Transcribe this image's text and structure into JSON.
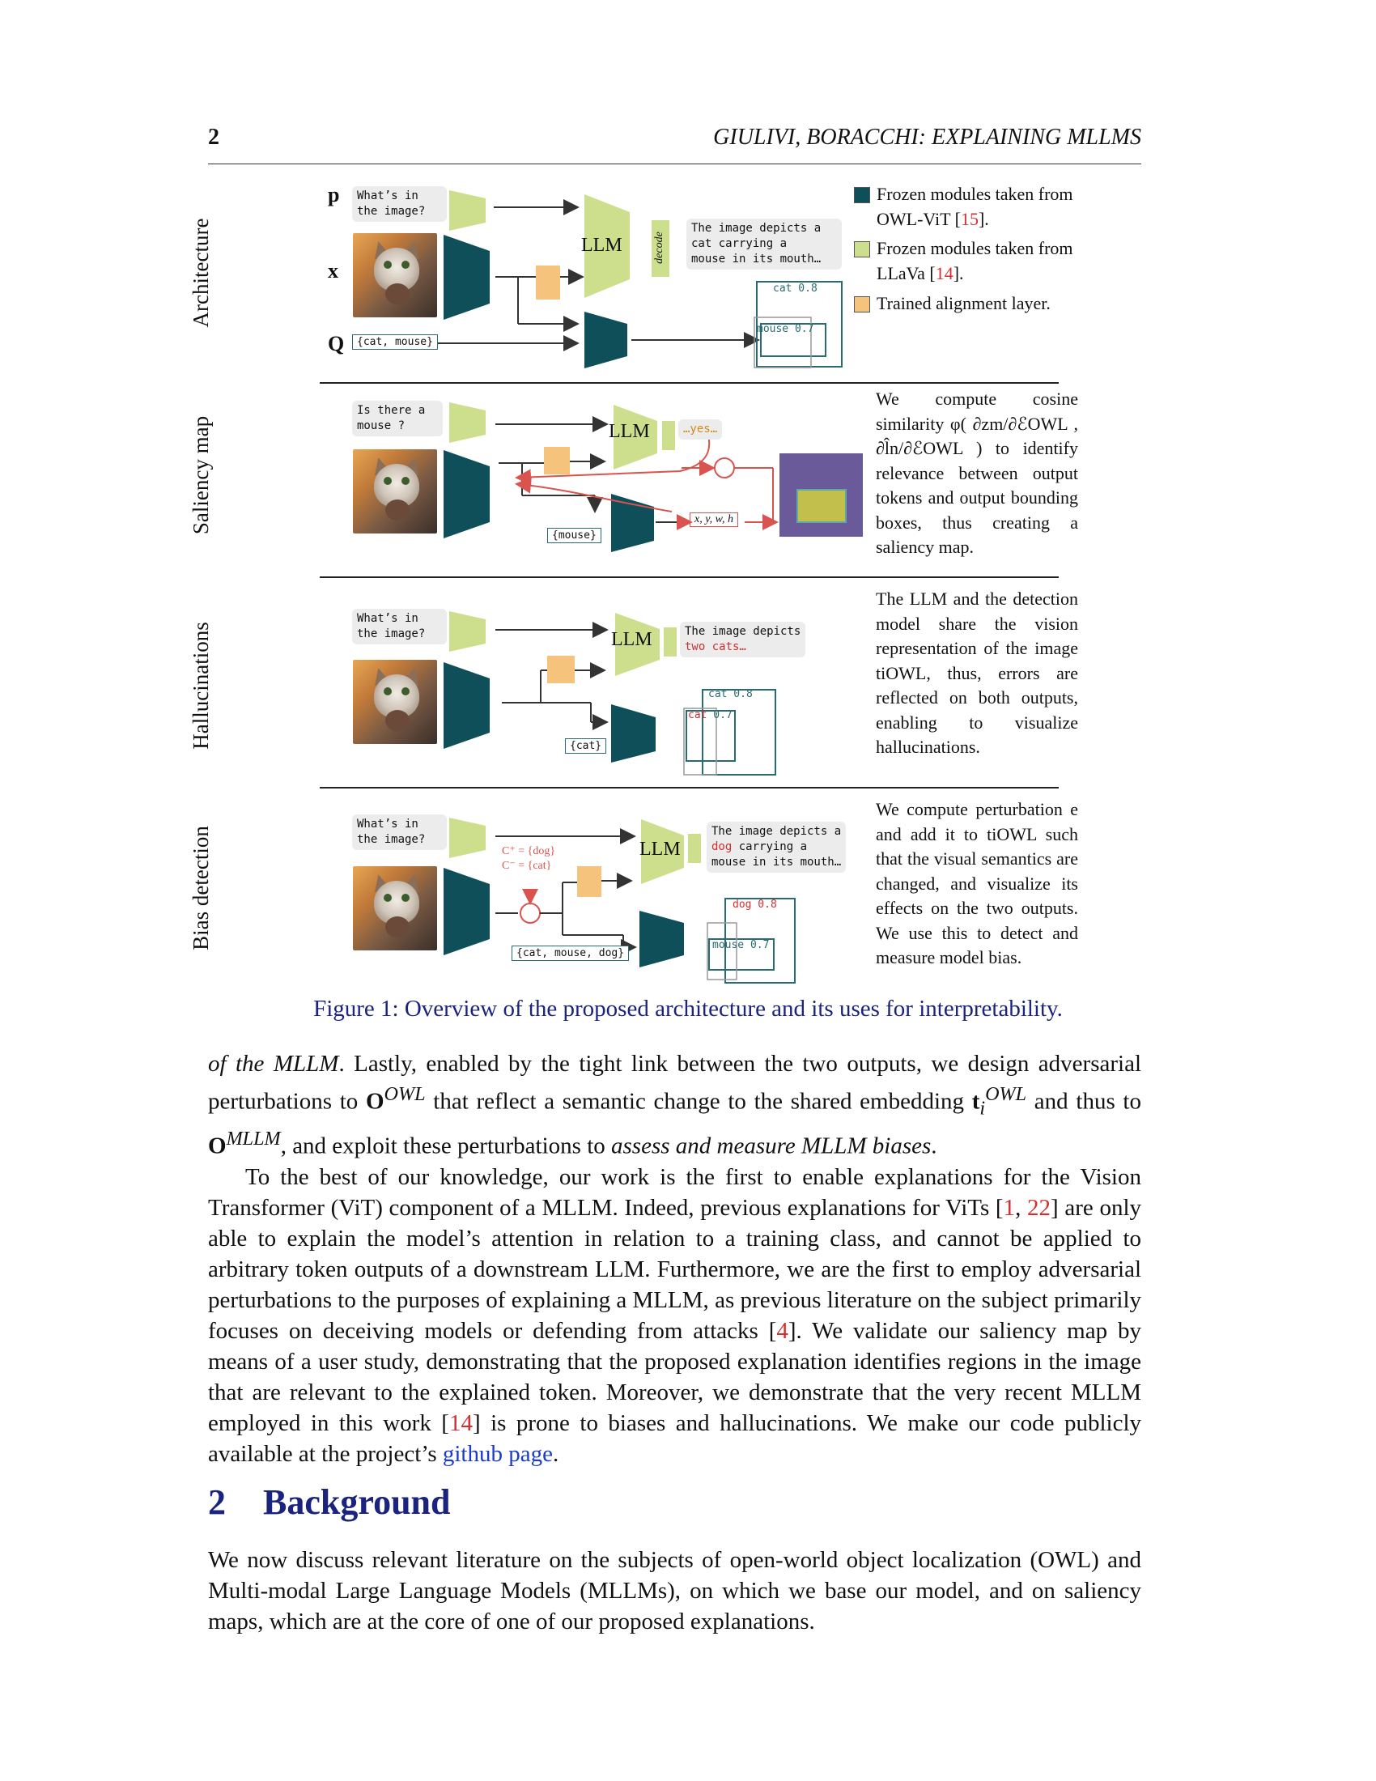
{
  "header": {
    "page_number": "2",
    "running_title": "GIULIVI, BORACCHI: EXPLAINING MLLMS"
  },
  "figure": {
    "rows": [
      {
        "label": "Architecture"
      },
      {
        "label": "Saliency map"
      },
      {
        "label": "Hallucinations"
      },
      {
        "label": "Bias detection"
      }
    ],
    "arch": {
      "p": "p",
      "x": "x",
      "Q": "Q",
      "prompt": "What’s in\nthe image?",
      "query": "{cat, mouse}",
      "llm": "LLM",
      "output": "The image depicts a\ncat carrying a\nmouse in its mouth…",
      "decode": "decode",
      "box1": "cat 0.8",
      "box2": "mouse 0.7"
    },
    "saliency": {
      "prompt": "Is there a\nmouse ?",
      "query": "{mouse}",
      "llm": "LLM",
      "output": "…yes…",
      "xywh": "x, y, w, h"
    },
    "halluc": {
      "prompt": "What’s in\nthe image?",
      "query": "{cat}",
      "llm": "LLM",
      "output_1": "The image depicts",
      "output_2": "two cats…",
      "box1": "cat 0.8",
      "box2_a": "cat",
      "box2_b": " 0.7"
    },
    "bias": {
      "prompt": "What’s in\nthe image?",
      "query": "{cat, mouse, dog}",
      "llm": "LLM",
      "c_plus": "C⁺ = {dog}",
      "c_minus": "C⁻ = {cat}",
      "output_1": "The image depicts a",
      "output_2": "dog",
      "output_3": " carrying a\nmouse in its mouth…",
      "box1": "dog 0.8",
      "box2": "mouse 0.7"
    },
    "legend": [
      {
        "color": "#0f4f5a",
        "text": "Frozen modules taken from OWL-ViT [",
        "ref": "15",
        "tail": "]."
      },
      {
        "color": "#cddf8c",
        "text": "Frozen modules taken from LLaVa [",
        "ref": "14",
        "tail": "]."
      },
      {
        "color": "#f6c37c",
        "text": "Trained alignment layer.",
        "ref": "",
        "tail": ""
      }
    ],
    "side_saliency": "We compute cosine similarity φ( ∂zm/∂ℰOWL , ∂l̂n/∂ℰOWL ) to identify relevance between output tokens and output bounding boxes, thus creating a saliency map.",
    "side_halluc": "The LLM and the detection model share the vision representation of the image tiOWL, thus, errors are reflected on both outputs, enabling to visualize hallucinations.",
    "side_bias": "We compute perturbation e and add it to tiOWL such that the visual semantics are changed, and visualize its effects on the two outputs. We use this to detect and measure model bias.",
    "caption": "Figure 1: Overview of the proposed architecture and its uses for interpretability."
  },
  "body": {
    "p1_a": "of the MLLM",
    "p1_b": ". Lastly, enabled by the tight link between the two outputs, we design adversarial perturbations to ",
    "p1_c": " that reflect a semantic change to the shared embedding ",
    "p1_d": " and thus to ",
    "p1_e": ", and exploit these perturbations to ",
    "p1_f": "assess and measure MLLM biases",
    "p1_g": ".",
    "p2_a": "To the best of our knowledge, our work is the first to enable explanations for the Vision Transformer (ViT) component of a MLLM. Indeed, previous explanations for ViTs [",
    "p2_r1": "1",
    "p2_r2": "22",
    "p2_b": "] are only able to explain the model’s attention in relation to a training class, and cannot be applied to arbitrary token outputs of a downstream LLM. Furthermore, we are the first to employ adversarial perturbations to the purposes of explaining a MLLM, as previous literature on the subject primarily focuses on deceiving models or defending from attacks [",
    "p2_r3": "4",
    "p2_c": "]. We validate our saliency map by means of a user study, demonstrating that the proposed explanation identifies regions in the image that are relevant to the explained token. Moreover, we demonstrate that the very recent MLLM employed in this work [",
    "p2_r4": "14",
    "p2_d": "] is prone to biases and hallucinations. We make our code publicly available at the project’s ",
    "p2_link": "github page",
    "p2_e": ".",
    "section_num": "2",
    "section_title": "Background",
    "p3": "We now discuss relevant literature on the subjects of open-world object localization (OWL) and Multi-modal Large Language Models (MLLMs), on which we base our model, and on saliency maps, which are at the core of one of our proposed explanations."
  }
}
